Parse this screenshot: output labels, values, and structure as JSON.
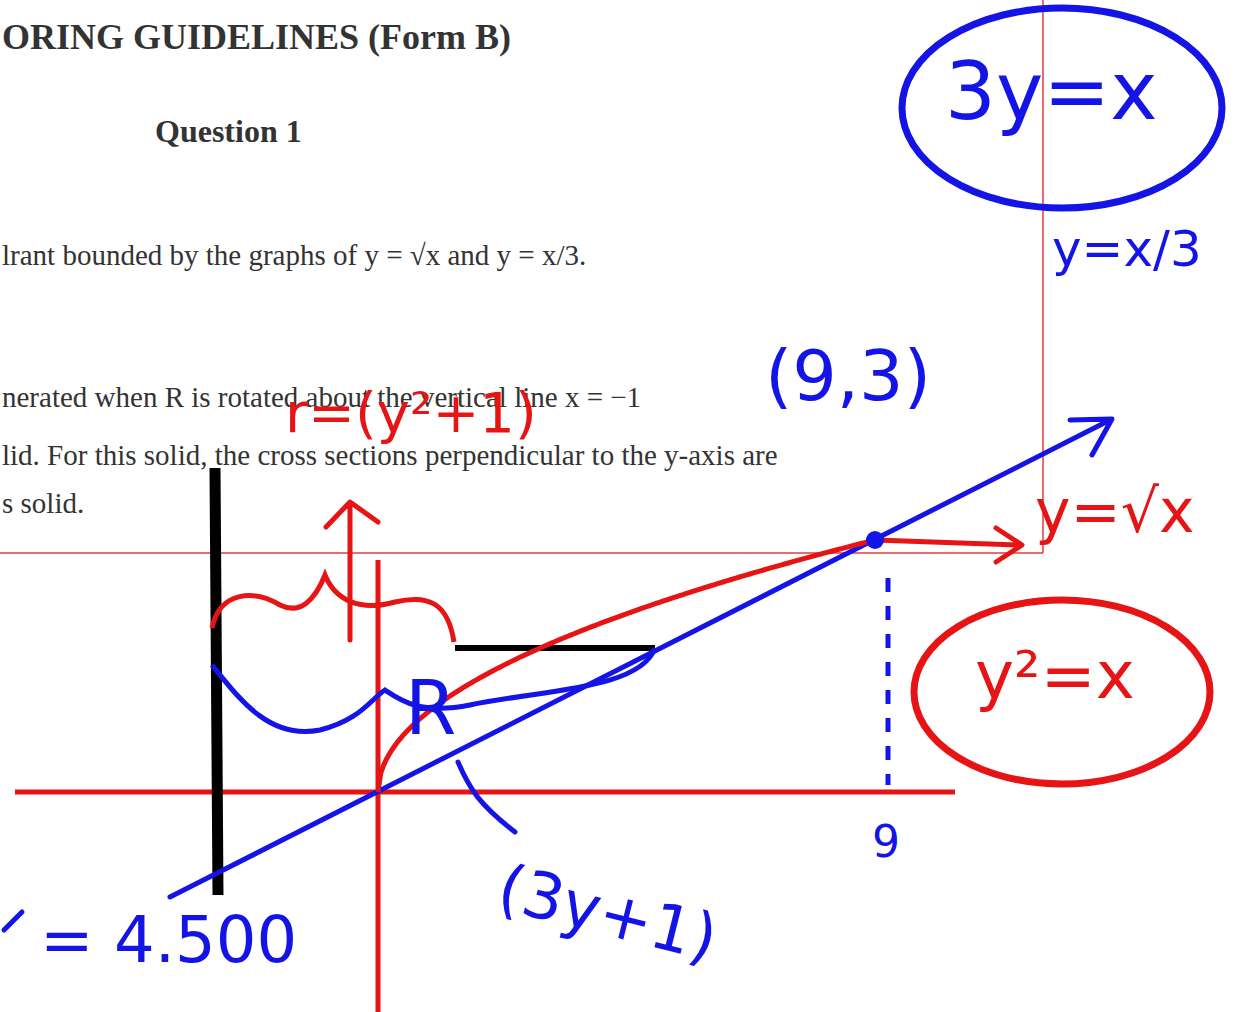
{
  "diagram": {
    "title": "ORING GUIDELINES (Form B)",
    "labels": [
      "Question 1",
      "lrant bounded by the graphs of y = √x and y = x/3.",
      "nerated when R is rotated about the vertical line x = −1",
      "lid. For this solid, the cross sections perpendicular to the y-axis are",
      "s solid.",
      "3y=x",
      "y=x/3",
      "(9,3)",
      "r=(y²+1)",
      "y=√x",
      "y²=x",
      "R",
      "(3y+1)",
      "9",
      "= 4.500"
    ]
  }
}
